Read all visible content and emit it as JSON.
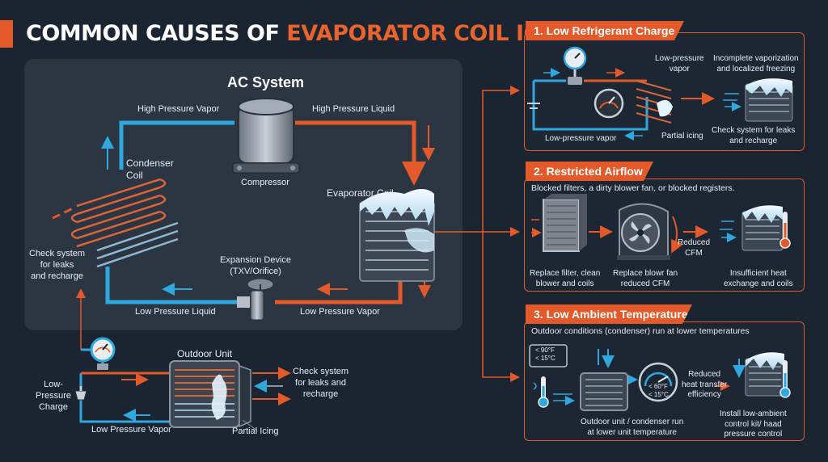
{
  "title": {
    "part1": "COMMON CAUSES OF",
    "part2": "EVAPORATOR COIL ICING"
  },
  "system": {
    "heading": "AC System",
    "high_pressure_vapor": "High Pressure Vapor",
    "high_pressure_liquid": "High Pressure Liquid",
    "compressor": "Compressor",
    "condenser_coil": "Condenser\nCoil",
    "evaporator_coil": "Evaporator Coil",
    "expansion_device": "Expansion Device\n(TXV/Orifice)",
    "low_pressure_liquid": "Low Pressure Liquid",
    "low_pressure_vapor": "Low Pressure Vapor",
    "check_system": "Check system\nfor leaks\nand recharge"
  },
  "outdoor": {
    "outdoor_unit": "Outdoor Unit",
    "low_pressure_charge": "Low-\nPressure\nCharge",
    "low_pressure_vapor": "Low Pressure Vapor",
    "partial_icing": "Partial Icing",
    "check_system": "Check system\nfor leaks and\nrecharge"
  },
  "panel1": {
    "title": "1. Low Refrigerant Charge",
    "low_pressure_vapor_top": "Low-pressure\nvapor",
    "incomplete": "Incomplete vaporization\nand localized freezing",
    "low_pressure_vapor": "Low-pressure vapor",
    "partial_icing": "Partial icing",
    "check": "Check system for leaks\nand recharge"
  },
  "panel2": {
    "title": "2. Restricted Airflow",
    "subtitle": "Blocked filters, a dirty blower fan, or blocked registers.",
    "reduced_cfm": "Reduced\nCFM",
    "replace_filter": "Replace filter, clean\nblower and coils",
    "replace_blower": "Replace blowr fan\nreduced CFM",
    "insufficient": "Insufficient heat\nexchange and coils"
  },
  "panel3": {
    "title": "3. Low Ambient Temperature",
    "subtitle": "Outdoor conditions (condenser) run at lower temperatures",
    "thermostat_f": "< 90°F",
    "thermostat_c": "< 15°C",
    "gauge_f": "< 60°F",
    "gauge_c": "< 15°C",
    "reduced_transfer": "Reduced\nheat transfer\nefficiency",
    "outdoor_lower": "Outdoor unit / condenser run\nat lower unit temperature",
    "install": "Install low-ambient\ncontrol kit/ haad\npressure control"
  },
  "colors": {
    "hot": "#e3592a",
    "cold": "#2fa8e0",
    "background": "#1b2431",
    "panel": "#2c3542"
  },
  "icons": [
    "compressor-icon",
    "condenser-coil-icon",
    "evaporator-coil-icon",
    "expansion-valve-icon",
    "pressure-gauge-icon",
    "outdoor-unit-icon",
    "air-filter-icon",
    "blower-fan-icon",
    "thermometer-icon",
    "thermostat-icon",
    "snowflake-airflow-icon"
  ]
}
